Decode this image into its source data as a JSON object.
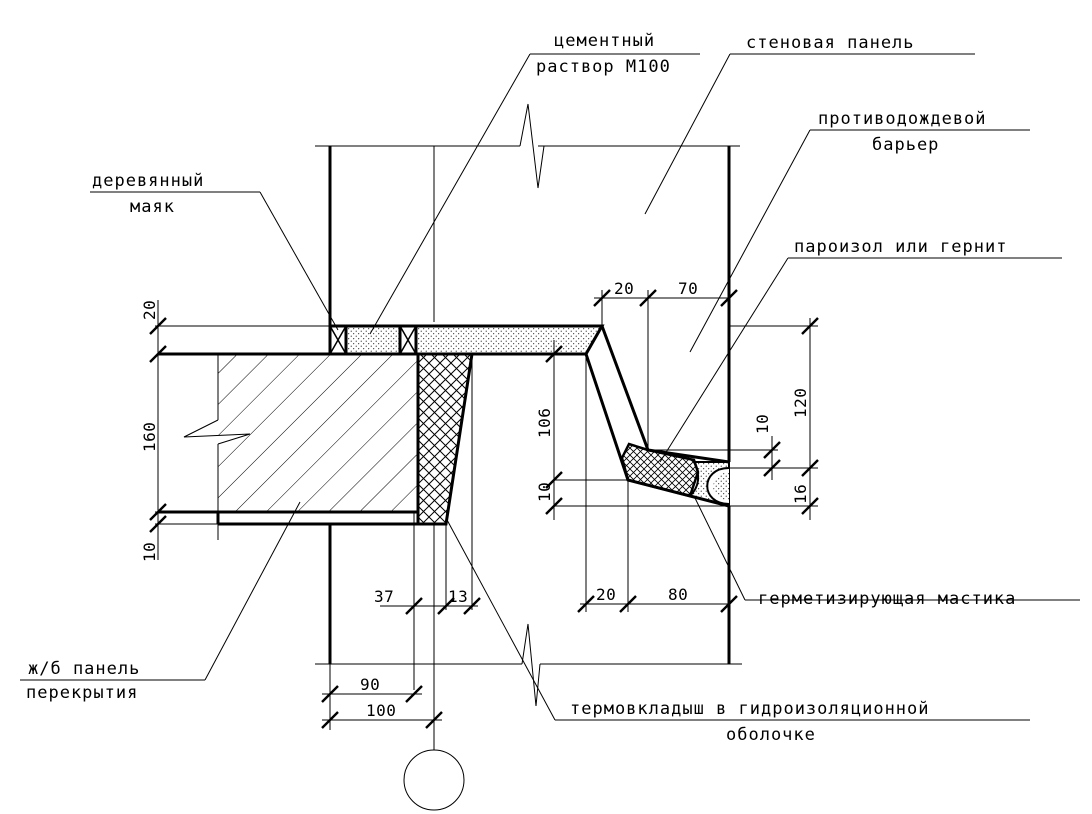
{
  "labels": {
    "cement_mortar_1": "цементный",
    "cement_mortar_2": "раствор М100",
    "wall_panel": "стеновая панель",
    "rain_barrier_1": "противодождевой",
    "rain_barrier_2": "барьер",
    "wooden_beacon_1": "деревянный",
    "wooden_beacon_2": "маяк",
    "vapor_seal": "пароизол или гернит",
    "sealing_mastic": "герметизирующая мастика",
    "slab_1": "ж/б панель",
    "slab_2": "перекрытия",
    "thermal_insert_1": "термовкладыш в гидроизоляционной",
    "thermal_insert_2": "оболочке"
  },
  "dimensions": {
    "d20_left": "20",
    "d160": "160",
    "d10_left": "10",
    "d20_top": "20",
    "d70": "70",
    "d106": "106",
    "d10_mid": "10",
    "d10_right": "10",
    "d120": "120",
    "d16": "16",
    "d37": "37",
    "d13": "13",
    "d20_bottom": "20",
    "d80": "80",
    "d90": "90",
    "d100": "100"
  }
}
